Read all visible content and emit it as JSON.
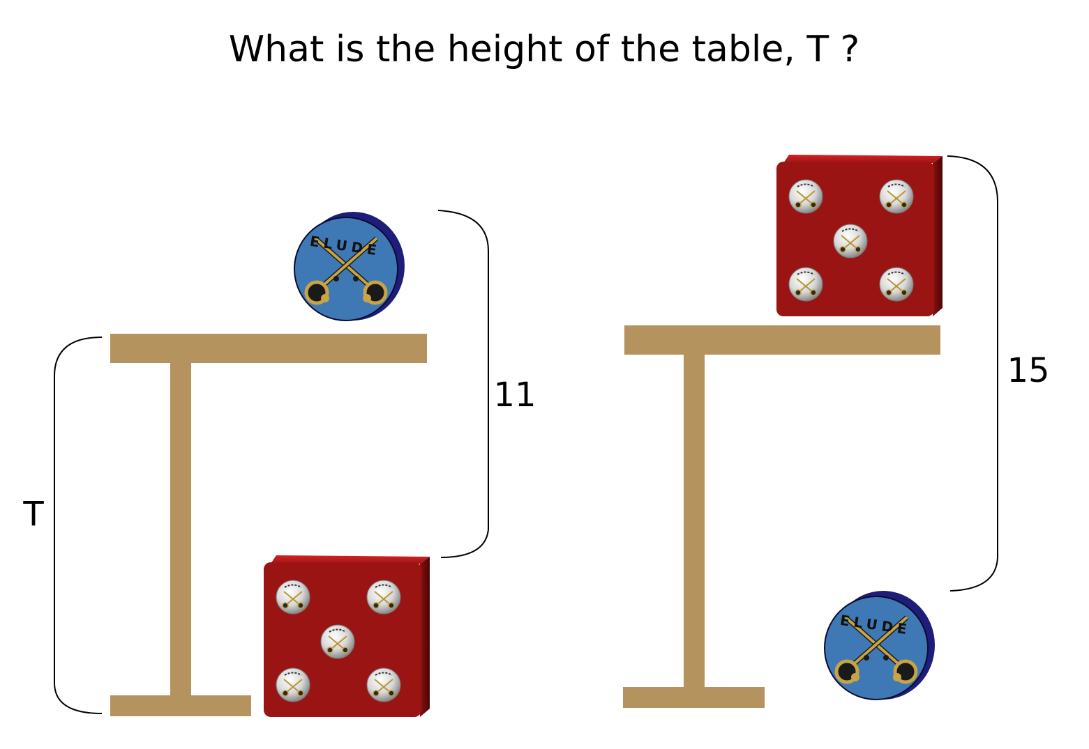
{
  "question": "What is the height of the table, T ?",
  "labels": {
    "table_height": "T",
    "left_measure": "11",
    "right_measure": "15"
  },
  "logo_text": "ELUDE",
  "colors": {
    "table": "#B5935F",
    "die_face": "#9B1414",
    "die_top": "#C41C1C",
    "die_side": "#6A0B0B",
    "coin_face": "#3E79B6",
    "coin_edge": "#1E1E7A",
    "key_gold": "#C9A444",
    "pip": "#E0E0E0"
  }
}
